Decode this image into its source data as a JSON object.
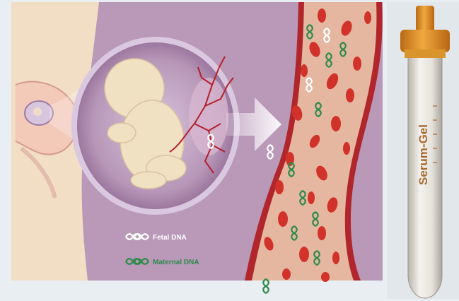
{
  "legend": {
    "fetal_label": "Fetal DNA",
    "maternal_label": "Maternal DNA"
  },
  "tube": {
    "label": "Serum-Gel"
  },
  "icons": {
    "fetal_dna": "double-helix-icon",
    "maternal_dna": "double-helix-icon",
    "arrow": "right-arrow-icon"
  },
  "colors": {
    "background": "#e9eef3",
    "uterus_bg": "#c2a2bf",
    "skin": "#f1ddc4",
    "vessel_wall": "#b0262a",
    "vessel_inner": "#e3b49d",
    "red_cell": "#d4332b",
    "fetal_dna": "#ffffff",
    "maternal_dna": "#2e8b4b",
    "tube_cap": "#d98a22",
    "tube_label": "#a86a2e"
  }
}
